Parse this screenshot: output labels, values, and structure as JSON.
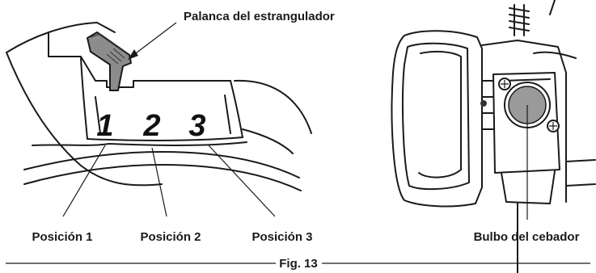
{
  "labels": {
    "choke_lever": "Palanca del estrangulador",
    "position_1": "Posición 1",
    "position_2": "Posición 2",
    "position_3": "Posición 3",
    "primer_bulb": "Bulbo del cebador",
    "figure_caption": "Fig. 13"
  },
  "positions": [
    "1",
    "2",
    "3"
  ],
  "colors": {
    "line": "#1a1a1a",
    "lever_fill": "#8c8c8c",
    "bulb_fill": "#9a9a9a",
    "background": "#ffffff"
  }
}
